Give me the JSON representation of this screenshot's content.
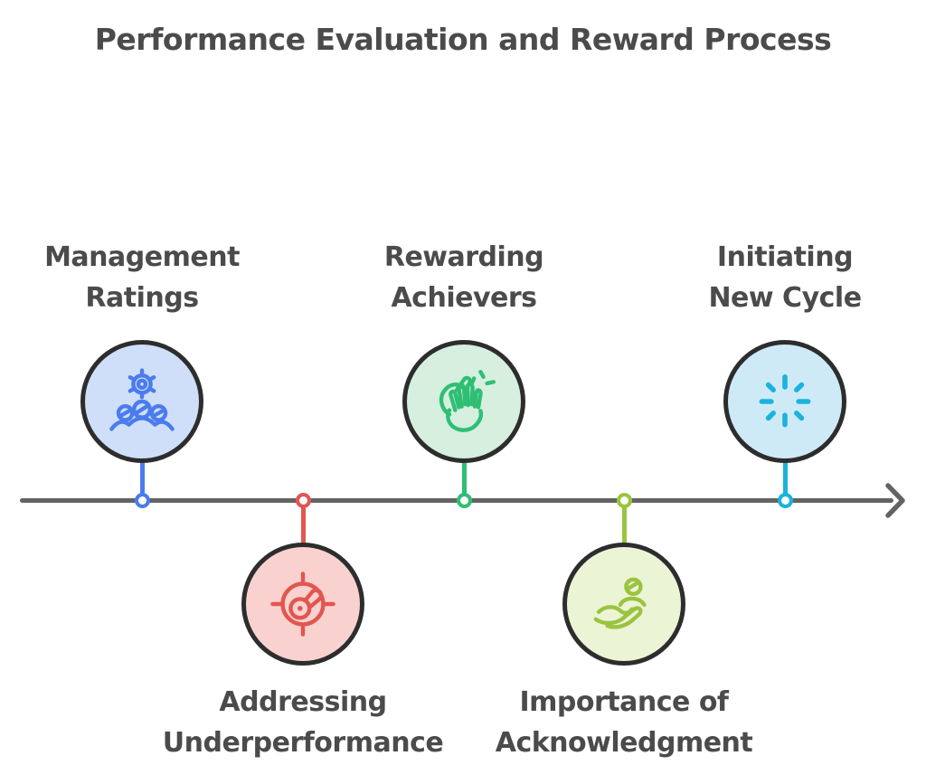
{
  "title": "Performance Evaluation and Reward Process",
  "colors": {
    "background": "#ffffff",
    "text": "#4b4b4b",
    "circle_outline": "#2d2d2d",
    "timeline_line": "#636363"
  },
  "timeline": {
    "direction": "left-to-right",
    "arrow": "right-chevron"
  },
  "nodes": [
    {
      "label": "Management Ratings",
      "lines": [
        "Management",
        "Ratings"
      ],
      "side": "above",
      "icon": "gear-team-icon",
      "accent": "#4b7cec",
      "fill": "#cfdffa"
    },
    {
      "label": "Addressing Underperformance",
      "lines": [
        "Addressing",
        "Underperformance"
      ],
      "side": "below",
      "icon": "gauge-target-icon",
      "accent": "#e2564f",
      "fill": "#f9d2d0"
    },
    {
      "label": "Rewarding Achievers",
      "lines": [
        "Rewarding",
        "Achievers"
      ],
      "side": "above",
      "icon": "clapping-hands-icon",
      "accent": "#2fbf74",
      "fill": "#d6efdf"
    },
    {
      "label": "Importance of Acknowledgment",
      "lines": [
        "Importance of",
        "Acknowledgment"
      ],
      "side": "below",
      "icon": "hand-holding-person-icon",
      "accent": "#9ac43f",
      "fill": "#ecf4d6"
    },
    {
      "label": "Initiating New Cycle",
      "lines": [
        "Initiating",
        "New Cycle"
      ],
      "side": "above",
      "icon": "loading-spinner-icon",
      "accent": "#1ab3de",
      "fill": "#cfeaf7"
    }
  ]
}
